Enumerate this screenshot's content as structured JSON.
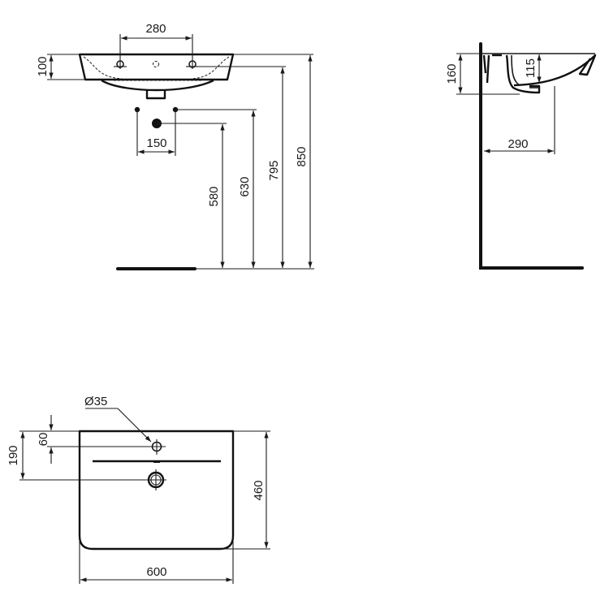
{
  "diagram": {
    "type": "technical-dimension-drawing",
    "subject": "washbasin",
    "units": "mm",
    "colors": {
      "line": "#1a1a1a",
      "background": "#ffffff"
    }
  },
  "front_view": {
    "dims": {
      "tap_hole_spacing": "280",
      "basin_height": "100",
      "supply_spacing": "150",
      "waste_height": "580",
      "supply_height": "630",
      "basin_underside_height": "795",
      "rim_height": "850"
    }
  },
  "side_view": {
    "dims": {
      "overall_depth_height": "160",
      "bowl_depth": "115",
      "wall_to_waste": "290"
    }
  },
  "plan_view": {
    "dims": {
      "tap_hole_diameter": "Ø35",
      "tap_hole_from_back": "60",
      "waste_from_back": "190",
      "depth": "460",
      "width": "600"
    }
  }
}
